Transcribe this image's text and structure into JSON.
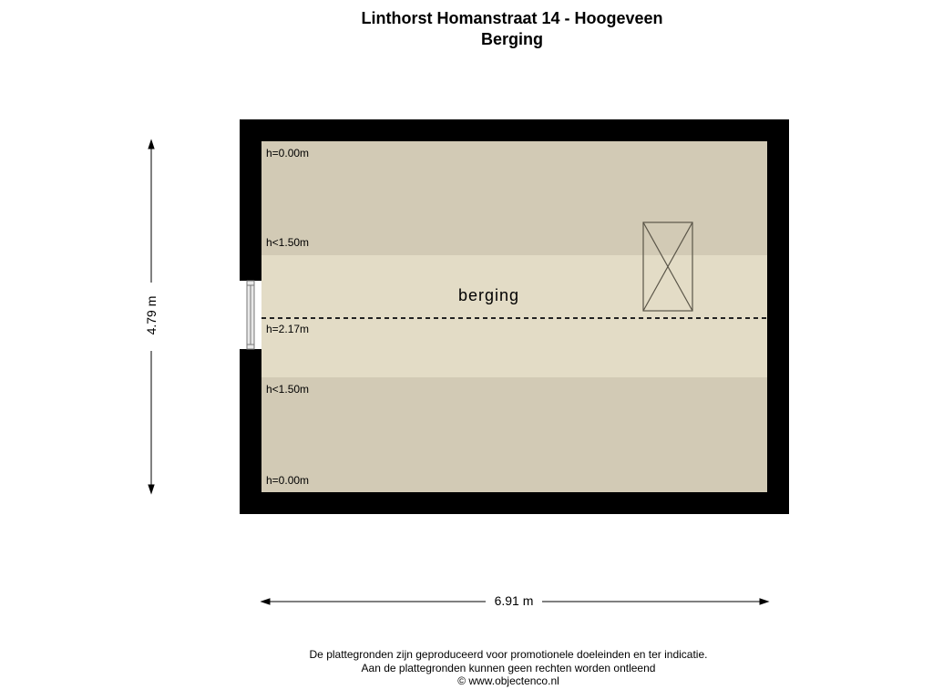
{
  "header": {
    "address": "Linthorst Homanstraat 14 - Hoogeveen",
    "floor": "Berging"
  },
  "room": {
    "name": "berging"
  },
  "heights": [
    "h=0.00m",
    "h<1.50m",
    "h=2.17m",
    "h<1.50m",
    "h=0.00m"
  ],
  "dimensions": {
    "width": "6.91 m",
    "depth": "4.79 m"
  },
  "footer": {
    "line1": "De plattegronden zijn geproduceerd voor promotionele doeleinden en ter indicatie.",
    "line2": "Aan de plattegronden kunnen geen rechten worden ontleend",
    "line3": "© www.objectenco.nl"
  },
  "colors": {
    "wall": "#000000",
    "low_zone": "#d2cab5",
    "high_zone": "#e3dcc6"
  }
}
